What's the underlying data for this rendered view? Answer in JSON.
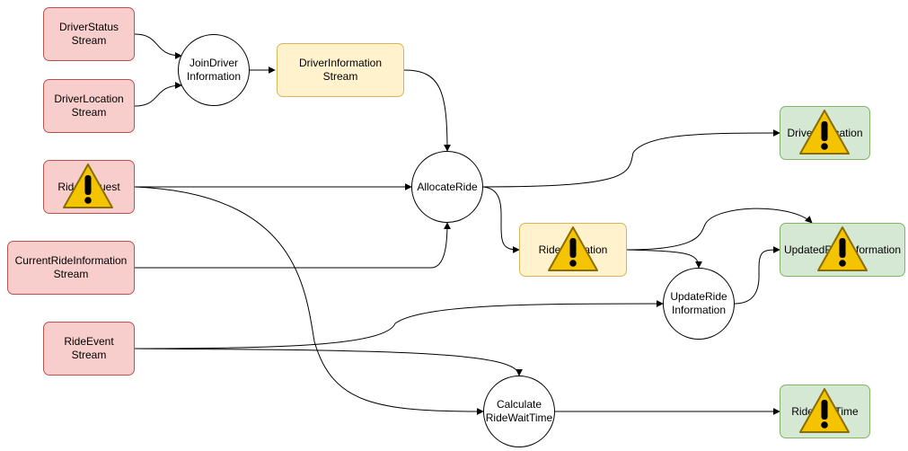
{
  "nodes": {
    "driver_status_stream": "DriverStatus\nStream",
    "driver_location_stream": "DriverLocation\nStream",
    "ride_request": "RideRequest",
    "current_ride_information_stream": "CurrentRideInformation\nStream",
    "ride_event_stream": "RideEvent\nStream",
    "join_driver_information": "JoinDriver\nInformation",
    "driver_information_stream": "DriverInformation\nStream",
    "allocate_ride": "AllocateRide",
    "ride_allocation": "RideAllocation",
    "update_ride_information": "UpdateRide\nInformation",
    "calculate_ride_wait_time": "Calculate\nRideWaitTime",
    "driver_allocation": "DriverAllocation",
    "updated_ride_information": "UpdatedRideInformation",
    "ride_wait_time": "RideWaitTime"
  },
  "colors": {
    "source_fill": "#f8cecc",
    "source_stroke": "#b85450",
    "intermediate_fill": "#fff2cc",
    "intermediate_stroke": "#d6b656",
    "output_fill": "#d5e8d4",
    "output_stroke": "#82b366",
    "warning_fill": "#f5c400",
    "edge_color": "#000000"
  },
  "icons": {
    "warning": "warning-icon"
  }
}
